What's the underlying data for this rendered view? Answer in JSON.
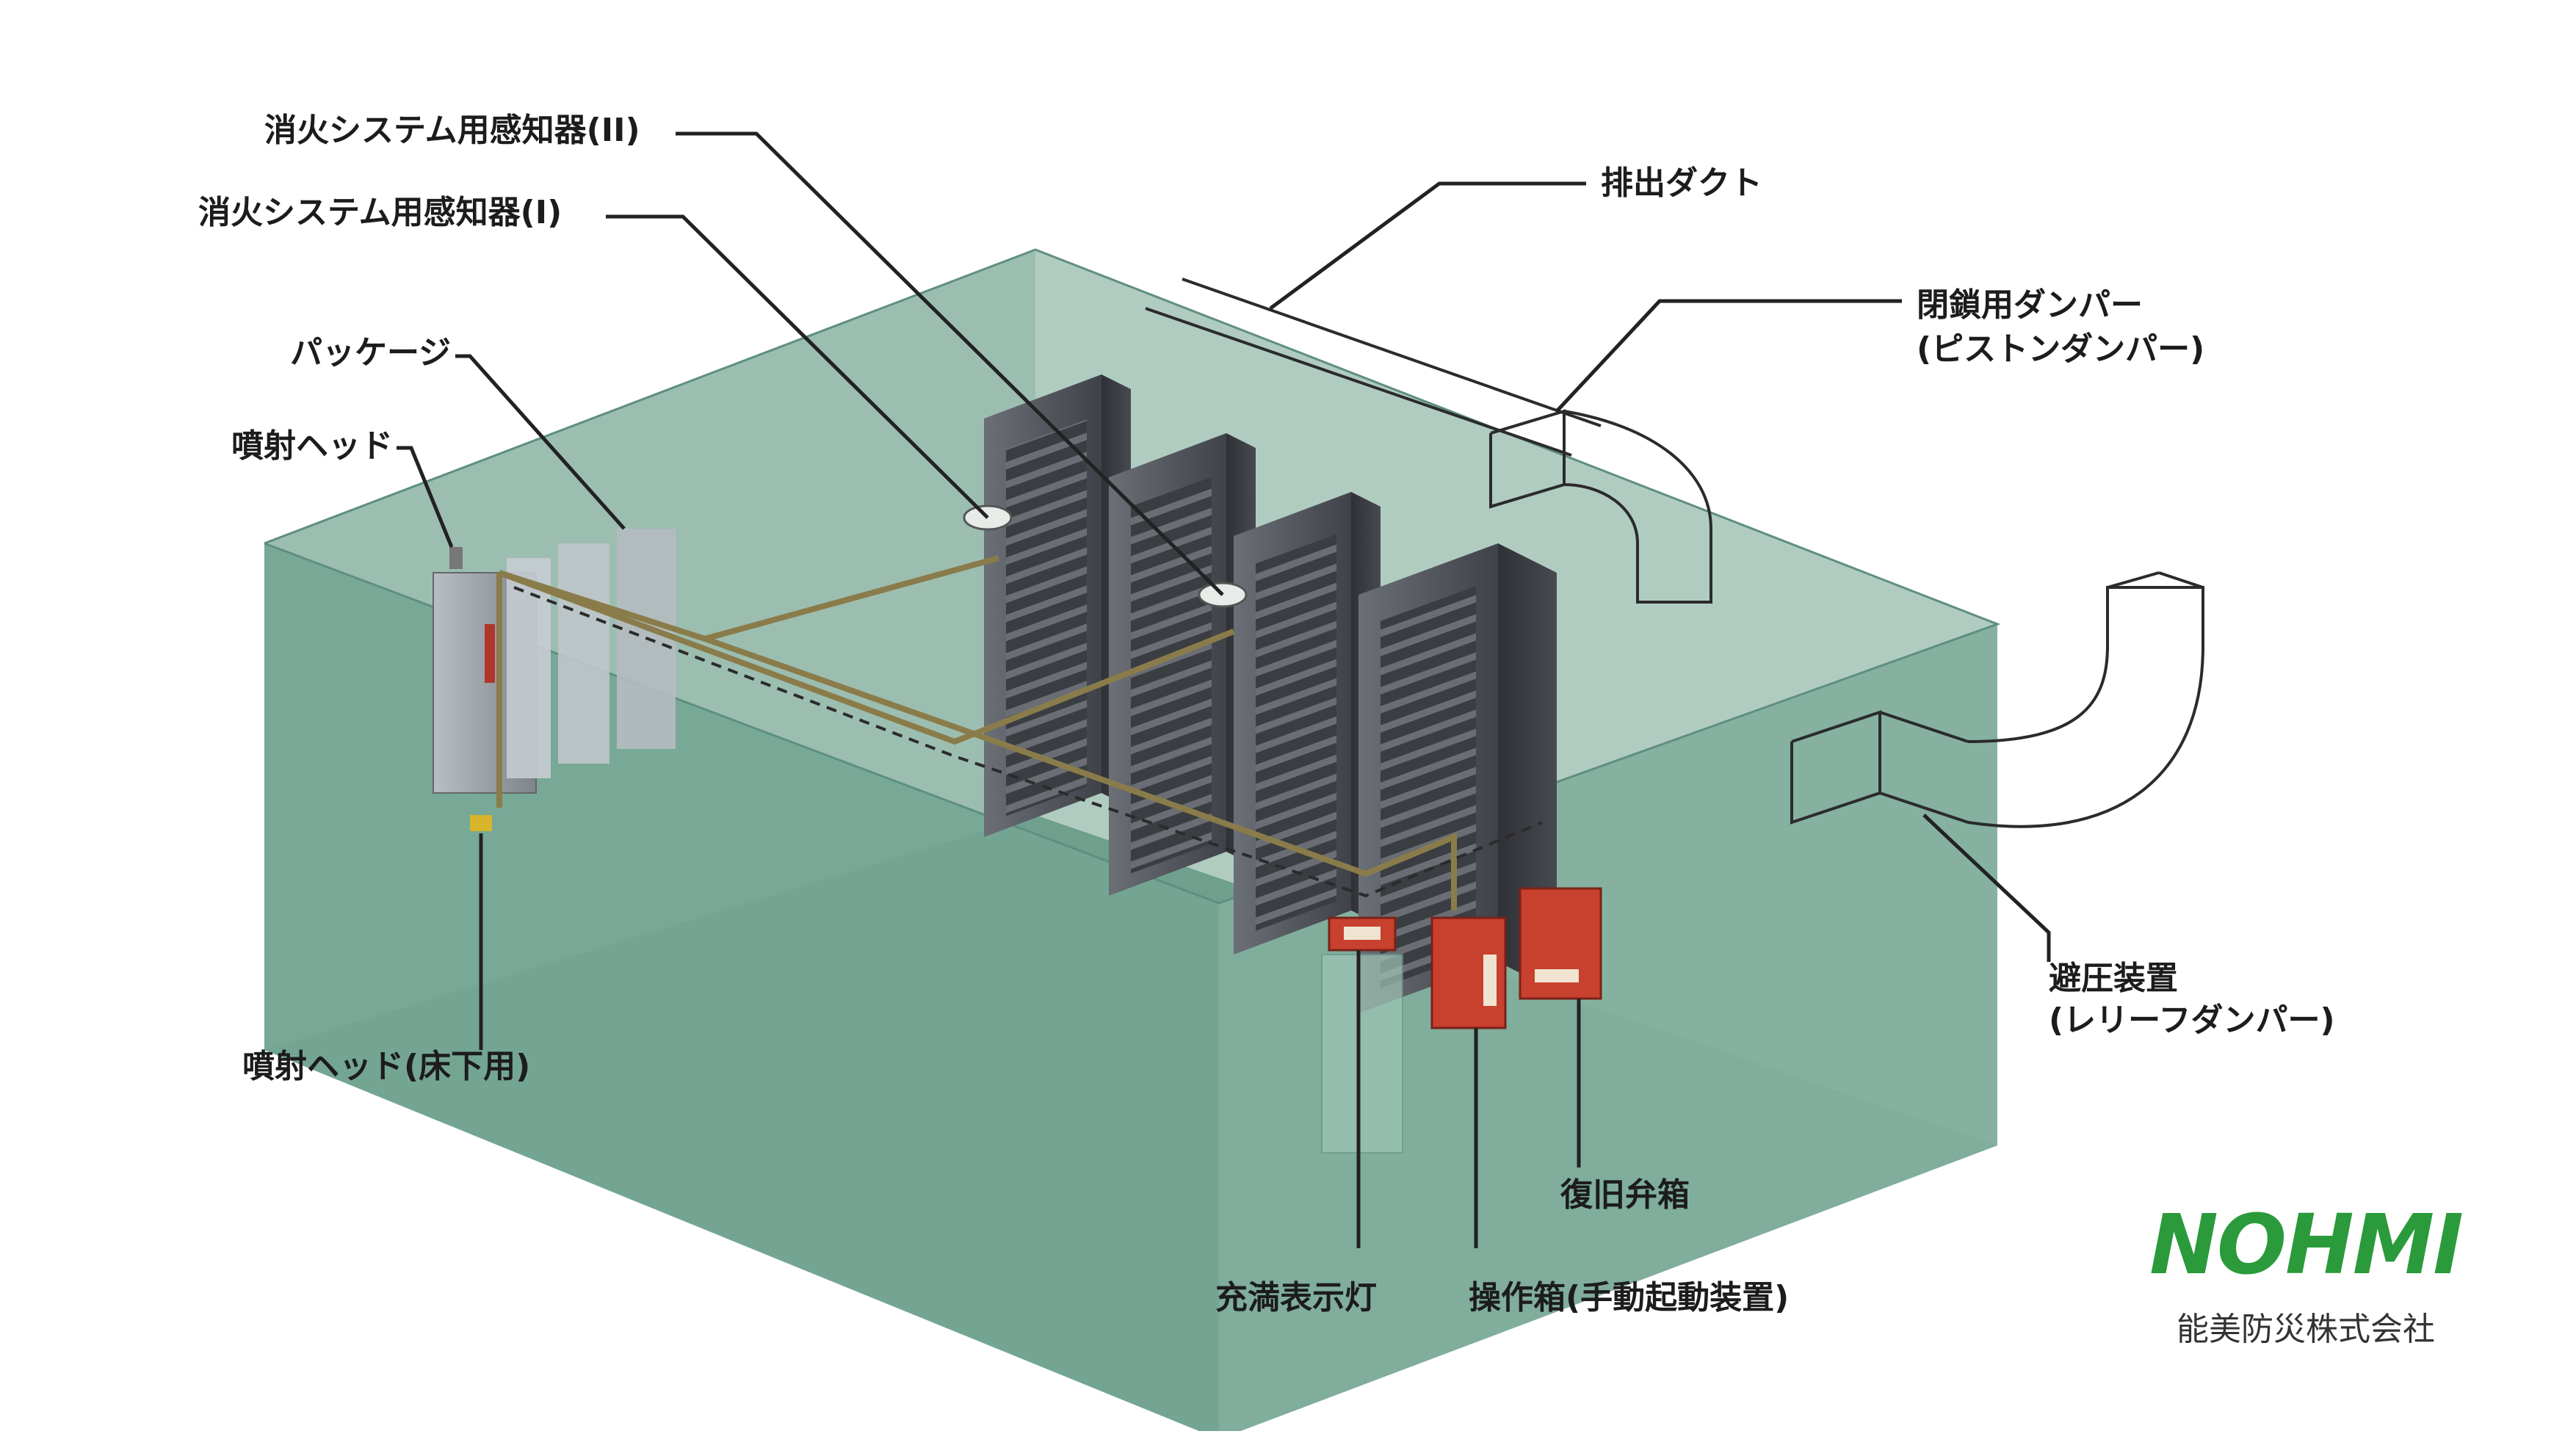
{
  "labels": {
    "sensor2": "消火システム用感知器(II)",
    "sensor1": "消火システム用感知器(I)",
    "package": "パッケージ",
    "nozzle": "噴射ヘッド",
    "nozzle_floor": "噴射ヘッド(床下用)",
    "exhaust_duct": "排出ダクト",
    "damper_line1": "閉鎖用ダンパー",
    "damper_line2": "(ピストンダンパー)",
    "relief_line1": "避圧装置",
    "relief_line2": "(レリーフダンパー)",
    "reset_valve": "復旧弁箱",
    "discharge_lamp": "充満表示灯",
    "control_box": "操作箱(手動起動装置)"
  },
  "brand": {
    "logo": "NOHMI",
    "company": "能美防災株式会社",
    "color": "#2a9a3a"
  },
  "colors": {
    "room_floor": "#73a795",
    "room_wall_back": "#8bb3a3",
    "room_wall_front": "#6e9f8c",
    "rack": "#4f5258",
    "equipment_red": "#c8402e",
    "pipe": "#8a7c4a"
  }
}
